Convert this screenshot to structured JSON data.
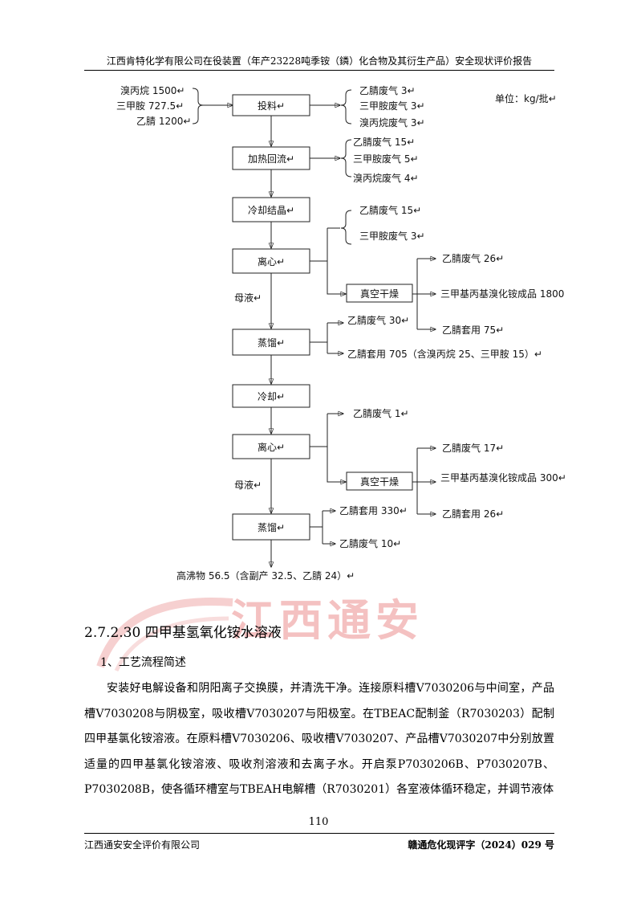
{
  "header": {
    "title": "江西肯特化学有限公司在役装置（年产23228吨季铵（鏻）化合物及其衍生产品）安全现状评价报告"
  },
  "flow": {
    "unit": "单位：kg/批↵",
    "inputs": [
      "溴丙烷 1500↵",
      "三甲胺 727.5↵",
      "乙腈 1200↵"
    ],
    "steps": {
      "feed": "投料↵",
      "reflux": "加热回流↵",
      "cool_crystal": "冷却结晶↵",
      "centrifuge1": "离心↵",
      "distill1": "蒸馏↵",
      "cool2": "冷却↵",
      "centrifuge2": "离心↵",
      "distill2": "蒸馏↵",
      "vacuum1": "真空干燥",
      "vacuum2": "真空干燥"
    },
    "mother_liquor": [
      "母液↵",
      "母液↵"
    ],
    "feed_outputs": [
      "乙腈废气 3↵",
      "三甲胺废气 3↵",
      "溴丙烷废气 3↵"
    ],
    "reflux_outputs": [
      "乙腈废气 15↵",
      "三甲胺废气 5↵",
      "溴丙烷废气 4↵"
    ],
    "centrifuge1_outputs": [
      "乙腈废气 15↵",
      "三甲胺废气 3↵"
    ],
    "vacuum1_outputs": [
      "乙腈废气 26↵",
      "三甲基丙基溴化铵成品 1800",
      "乙腈套用 75↵"
    ],
    "distill1_outputs": [
      "乙腈废气 30↵",
      "乙腈套用 705（含溴丙烷 25、三甲胺 15）↵"
    ],
    "centrifuge2_outputs": [
      "乙腈废气 1↵"
    ],
    "vacuum2_outputs": [
      "乙腈废气 17↵",
      "三甲基丙基溴化铵成品 300↵",
      "乙腈套用 26↵"
    ],
    "distill2_outputs": [
      "乙腈套用 330↵",
      "乙腈废气 10↵"
    ],
    "residue": "高沸物 56.5（含副产 32.5、乙腈 24）↵"
  },
  "watermark": "江西通安",
  "section": {
    "title": "2.7.2.30 四甲基氢氧化铵水溶液",
    "subtitle": "1、工艺流程简述",
    "paragraph": "安装好电解设备和阴阳离子交换膜，并清洗干净。连接原料槽V7030206与中间室，产品槽V7030208与阴极室，吸收槽V7030207与阳极室。在TBEAC配制釜（R7030203）配制四甲基氯化铵溶液。在原料槽V7030206、吸收槽V7030207、产品槽V7030207中分别放置适量的四甲基氯化铵溶液、吸收剂溶液和去离子水。开启泵P7030206B、P7030207B、P7030208B，使各循环槽室与TBEAH电解槽（R7030201）各室液体循环稳定，并调节液体"
  },
  "page_number": "110",
  "footer": {
    "left": "江西通安安全评价有限公司",
    "right": "赣通危化现评字（2024）029 号"
  }
}
